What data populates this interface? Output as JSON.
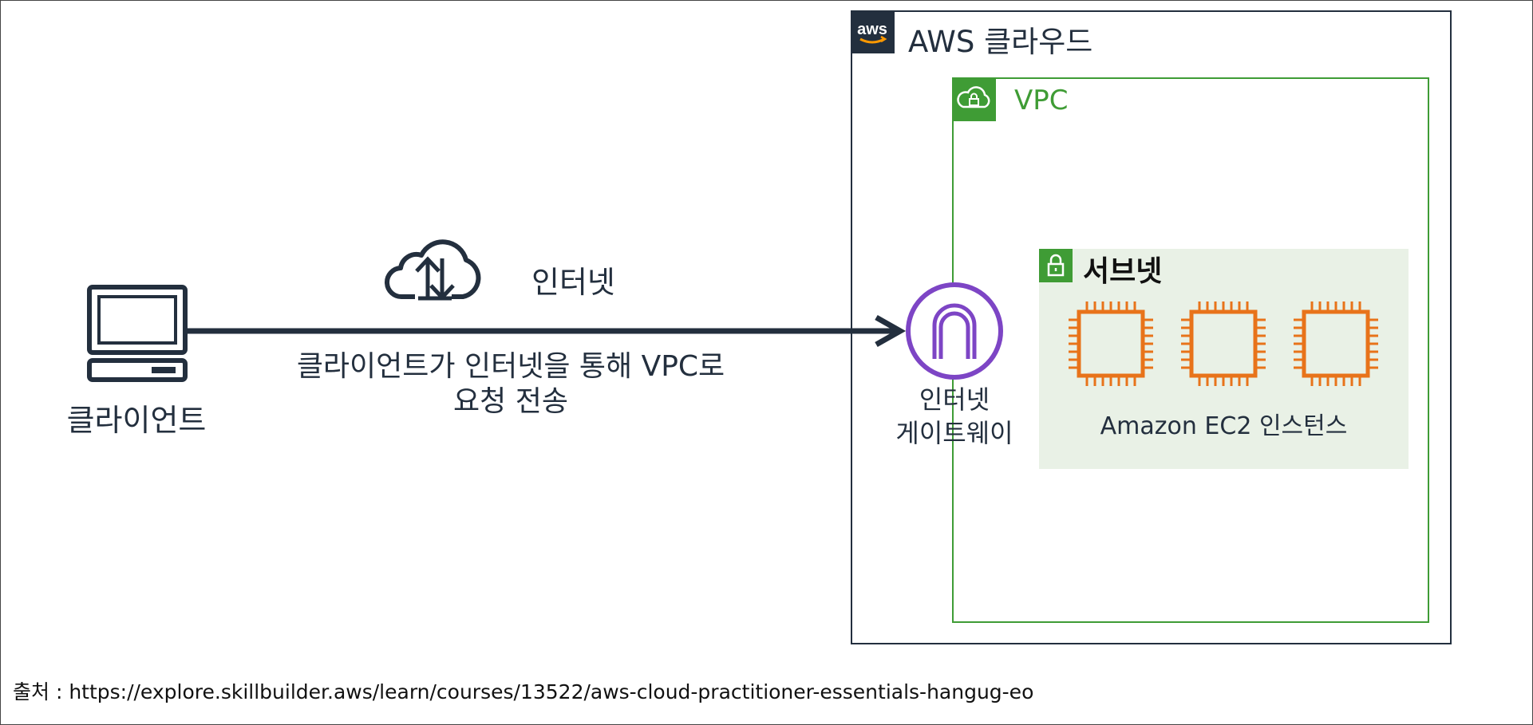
{
  "diagram": {
    "aws_cloud": {
      "label": "AWS 클라우드",
      "logo_text": "aws"
    },
    "vpc": {
      "label": "VPC"
    },
    "subnet": {
      "label": "서브넷"
    },
    "ec2": {
      "label": "Amazon EC2 인스턴스",
      "count": 3
    },
    "internet_gateway": {
      "label_line1": "인터넷",
      "label_line2": "게이트웨이"
    },
    "client": {
      "label": "클라이언트"
    },
    "internet": {
      "label": "인터넷"
    },
    "request": {
      "line1": "클라이언트가 인터넷을 통해 VPC로",
      "line2": "요청 전송"
    },
    "source": "출처 : https://explore.skillbuilder.aws/learn/courses/13522/aws-cloud-practitioner-essentials-hangug-eo"
  },
  "colors": {
    "aws_dark": "#232f3e",
    "vpc_green": "#3f9c35",
    "subnet_bg": "#e9f1e6",
    "ec2_orange": "#e8731a",
    "igw_purple": "#7d45c5"
  },
  "icons": [
    "laptop-icon",
    "cloud-upload-download-icon",
    "aws-logo-icon",
    "vpc-cloud-lock-icon",
    "subnet-lock-icon",
    "internet-gateway-icon",
    "ec2-chip-icon"
  ]
}
